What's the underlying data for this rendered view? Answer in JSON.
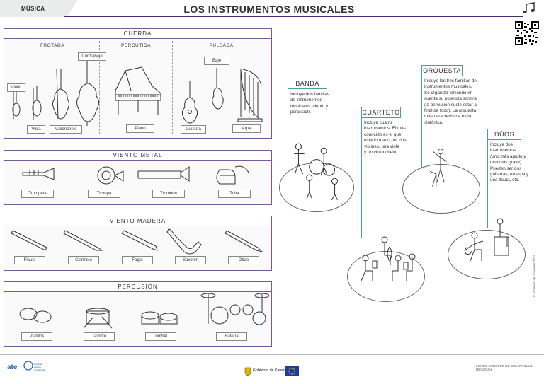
{
  "header": {
    "subject": "MÚSICA",
    "title": "LOS INSTRUMENTOS MUSICALES"
  },
  "cuerda": {
    "title": "CUERDA",
    "groups": [
      "FROTADA",
      "PERCUTIDA",
      "PULSADA"
    ],
    "labels": {
      "violin": "Violín",
      "viola": "Viola",
      "violonchelo": "Violonchelo",
      "contrabajo": "Contrabajo",
      "piano": "Piano",
      "bajo": "Bajo",
      "guitarra": "Guitarra",
      "arpa": "Arpa"
    }
  },
  "viento_metal": {
    "title": "VIENTO METAL",
    "labels": [
      "Trompeta",
      "Trompa",
      "Trombón",
      "Tuba"
    ]
  },
  "viento_madera": {
    "title": "VIENTO MADERA",
    "labels": [
      "Flauta",
      "Clarinete",
      "Fagot",
      "Saxofón",
      "Oboe"
    ]
  },
  "percusion": {
    "title": "PERCUSIÓN",
    "labels": [
      "Platillos",
      "Tambor",
      "Timbal",
      "Batería"
    ]
  },
  "ensembles": {
    "banda": {
      "title": "BANDA",
      "text": [
        "Incluye dos familias",
        "de instrumentos",
        "musicales: viento y",
        "percusión."
      ]
    },
    "cuarteto": {
      "title": "CUARTETO",
      "text": [
        "Incluye cuatro",
        "instrumentos. El más",
        "conocido es el que",
        "está formado por dos",
        "violines, una viola",
        "y un violonchelo."
      ]
    },
    "orquesta": {
      "title": "ORQUESTA",
      "text": [
        "Incluye las tres familias de",
        "instrumentos musicales.",
        "Se organiza teniendo en",
        "cuenta su potencia sonora",
        "(la percusión suele estar al",
        "final de todo). La orquesta",
        "más característica es la",
        "sinfónica."
      ]
    },
    "duos": {
      "title": "DÚOS",
      "text": [
        "Incluye dos",
        "instrumentos",
        "(uno más agudo y",
        "otro más grave).",
        "Pueden ser dos",
        "guitarras, un arpa y",
        "una flauta, etc."
      ]
    }
  },
  "footer": {
    "eu_text": "FONDO EUROPEO DE DESARROLLO REGIONAL",
    "gov_text": "Gobierno de Canarias",
    "side_credit": "© Gobierno de Canarias 2019"
  },
  "icons": [
    "music-note-icon",
    "qr-code-icon"
  ]
}
